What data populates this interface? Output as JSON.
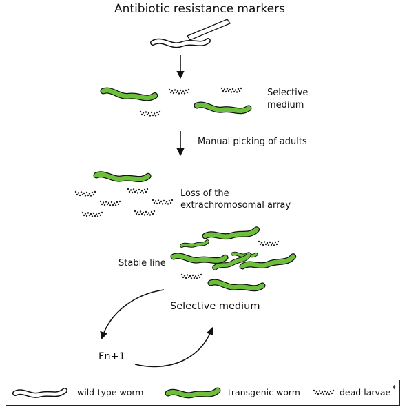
{
  "title": "Antibiotic resistance markers",
  "steps": {
    "selective_line1": "Selective",
    "selective_line2": "medium",
    "manual_picking": "Manual picking of adults",
    "loss_line1": "Loss of the",
    "loss_line2": "extrachromosomal array",
    "stable_line": "Stable line",
    "selective_medium": "Selective medium",
    "generation": "Fn+1"
  },
  "legend": {
    "wild_type": "wild-type worm",
    "transgenic": "transgenic worm",
    "dead_larvae": "dead larvae",
    "asterisk": "*"
  },
  "colors": {
    "transgenic_fill": "#6cbf3a",
    "outline": "#111111",
    "wild_type_fill": "#ffffff"
  }
}
